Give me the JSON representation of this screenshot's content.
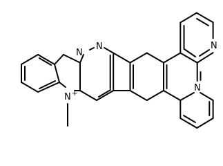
{
  "molecule": {
    "atom_labels": {
      "n_top_right": "N",
      "n_bottom_right": "N",
      "n_pyridazine_left": "N",
      "n_pyridazine_right": "N",
      "n_imidazolium": "N",
      "charge": "+"
    },
    "substituents": {
      "methyl": "methyl"
    },
    "colors": {
      "bond": "#000000",
      "background": "#ffffff"
    }
  }
}
